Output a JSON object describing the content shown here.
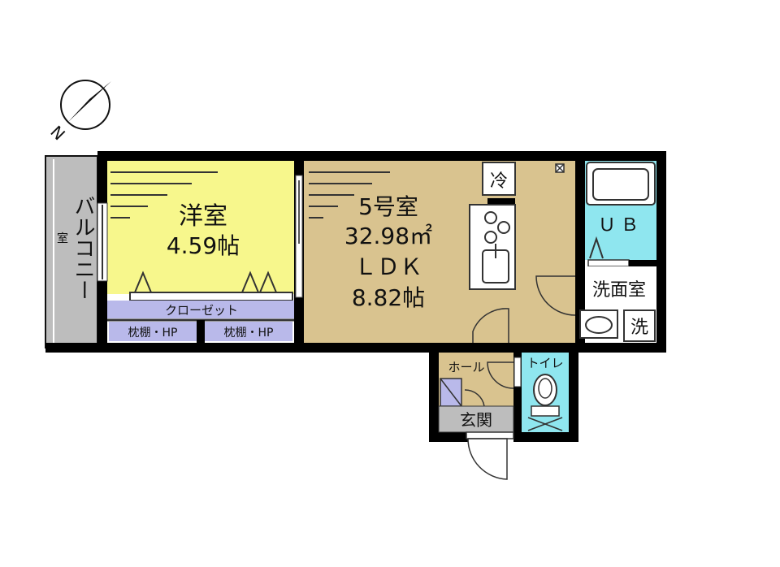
{
  "compass": {
    "north_label": "N"
  },
  "rooms": {
    "balcony": {
      "label": "バルコニー",
      "ac_mark": "室"
    },
    "western_room": {
      "label": "洋室",
      "size": "4.59帖"
    },
    "closet": {
      "label": "クローゼット"
    },
    "shelf_left": {
      "label": "枕棚・HP"
    },
    "shelf_right": {
      "label": "枕棚・HP"
    },
    "ldk": {
      "unit": "5号室",
      "area": "32.98㎡",
      "type": "ＬＤＫ",
      "size": "8.82帖"
    },
    "fridge": {
      "label": "冷"
    },
    "unit_bath": {
      "label": "ＵＢ"
    },
    "washroom": {
      "label": "洗面室"
    },
    "washer": {
      "label": "洗"
    },
    "hall": {
      "label": "ホール"
    },
    "toilet": {
      "label": "トイレ"
    },
    "entrance": {
      "label": "玄関"
    }
  },
  "colors": {
    "western_room": "#f7f78c",
    "ldk": "#d9c38f",
    "closet": "#b9b9ea",
    "unit_bath": "#8fe6ef",
    "balcony": "#bdbdbd",
    "entrance": "#bdbdbd",
    "wall": "#000000"
  }
}
